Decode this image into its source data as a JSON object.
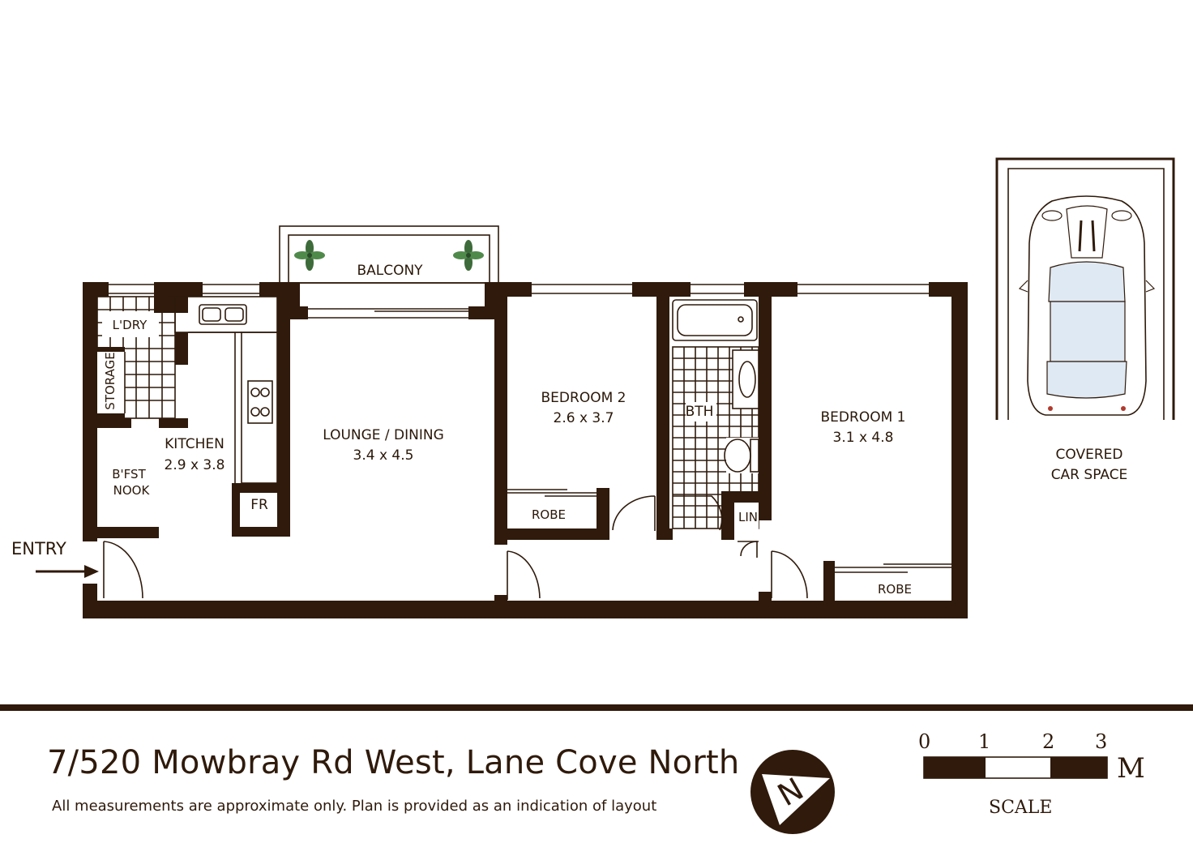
{
  "plan": {
    "rooms": {
      "balcony": {
        "name": "BALCONY"
      },
      "laundry": {
        "name": "L'DRY"
      },
      "storage": {
        "name": "STORAGE"
      },
      "kitchen": {
        "name": "KITCHEN",
        "size": "2.9 x 3.8"
      },
      "breakfast_nook": {
        "name_line1": "B'FST",
        "name_line2": "NOOK"
      },
      "fridge": {
        "name": "FR"
      },
      "lounge_dining": {
        "name": "LOUNGE / DINING",
        "size": "3.4 x 4.5"
      },
      "bedroom2": {
        "name": "BEDROOM 2",
        "size": "2.6 x 3.7"
      },
      "robe2": {
        "name": "ROBE"
      },
      "bathroom": {
        "name": "BTH"
      },
      "linen": {
        "name": "LIN"
      },
      "bedroom1": {
        "name": "BEDROOM 1",
        "size": "3.1 x 4.8"
      },
      "robe1": {
        "name": "ROBE"
      },
      "car_space": {
        "name_line1": "COVERED",
        "name_line2": "CAR SPACE"
      }
    },
    "entry_label": "ENTRY"
  },
  "footer": {
    "address": "7/520 Mowbray Rd West, Lane Cove North",
    "disclaimer": "All measurements are approximate only. Plan is provided as an indication of layout",
    "compass_letter": "N",
    "scale": {
      "ticks": [
        "0",
        "1",
        "2",
        "3"
      ],
      "unit": "M",
      "word": "SCALE"
    }
  },
  "colors": {
    "ink": "#2f1a0b",
    "glass": "#dfe9f3",
    "plant": "#3d6b3a"
  }
}
